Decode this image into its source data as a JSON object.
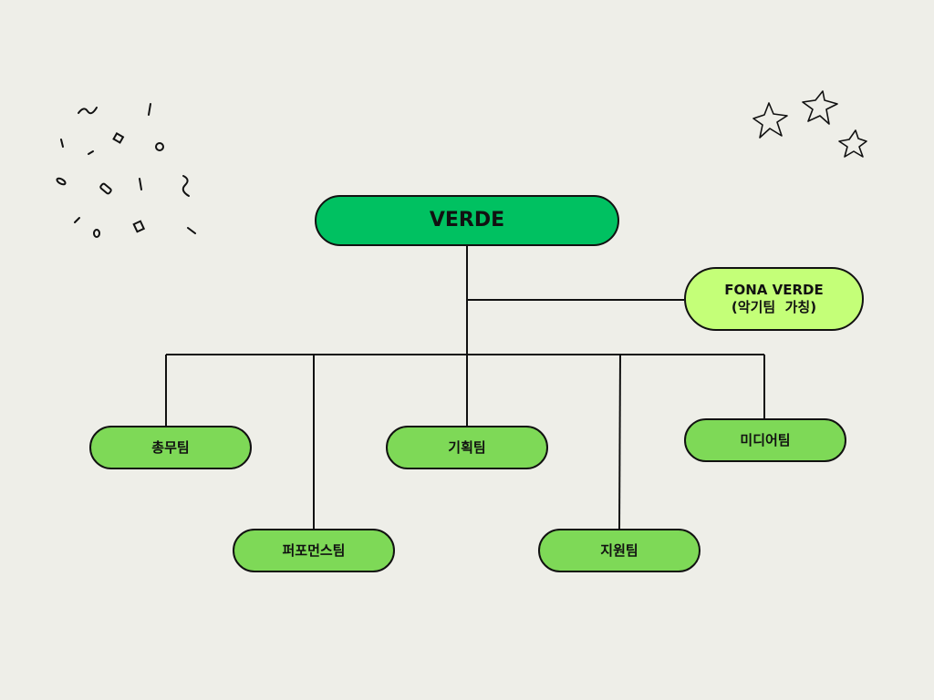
{
  "diagram": {
    "root": {
      "label": "VERDE"
    },
    "side_node": {
      "line1": "FONA VERDE",
      "line2": "(악기팀  가칭)"
    },
    "teams": [
      {
        "label": "총무팀"
      },
      {
        "label": "퍼포먼스팀"
      },
      {
        "label": "기획팀"
      },
      {
        "label": "지원팀"
      },
      {
        "label": "미디어팀"
      }
    ]
  },
  "colors": {
    "background": "#eeeee8",
    "root_fill": "#00c161",
    "side_fill": "#c4ff78",
    "team_fill": "#7ed957",
    "line": "#111111"
  },
  "decorations": {
    "top_left": "confetti-doodles",
    "top_right": "star-doodles"
  }
}
